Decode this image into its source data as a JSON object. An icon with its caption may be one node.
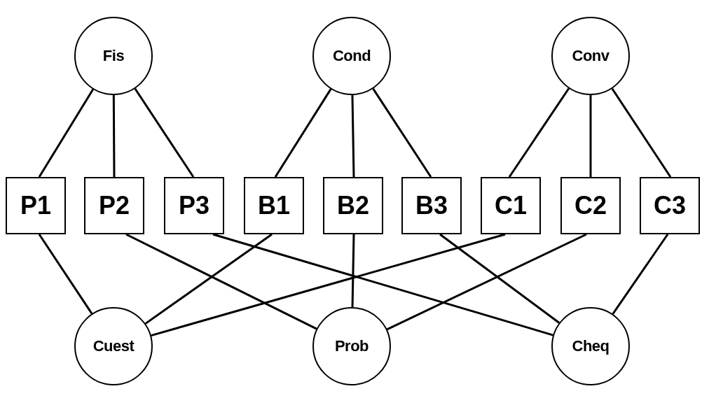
{
  "diagram": {
    "nodes": [
      {
        "text": [
          "Fis"
        ]
      },
      {
        "text": [
          "Cond"
        ]
      },
      {
        "text": [
          "Conv"
        ]
      },
      {
        "text": [
          "P1"
        ]
      },
      {
        "text": [
          "P2"
        ]
      },
      {
        "text": [
          "P3"
        ]
      },
      {
        "text": [
          "B1"
        ]
      },
      {
        "text": [
          "B2"
        ]
      },
      {
        "text": [
          "B3"
        ]
      },
      {
        "text": [
          "C1"
        ]
      },
      {
        "text": [
          "C2"
        ]
      },
      {
        "text": [
          "C3"
        ]
      },
      {
        "text": [
          "Cuest"
        ]
      },
      {
        "text": [
          "Prob"
        ]
      },
      {
        "text": [
          "Cheq"
        ]
      }
    ],
    "edges": [
      {
        "from": 0,
        "to": 3,
        "arrow": "none"
      },
      {
        "from": 0,
        "to": 4,
        "arrow": "none"
      },
      {
        "from": 0,
        "to": 5,
        "arrow": "none"
      },
      {
        "from": 1,
        "to": 6,
        "arrow": "none"
      },
      {
        "from": 1,
        "to": 7,
        "arrow": "none"
      },
      {
        "from": 1,
        "to": 8,
        "arrow": "none"
      },
      {
        "from": 2,
        "to": 9,
        "arrow": "none"
      },
      {
        "from": 2,
        "to": 10,
        "arrow": "none"
      },
      {
        "from": 2,
        "to": 11,
        "arrow": "none"
      },
      {
        "from": 3,
        "to": 12,
        "arrow": "none"
      },
      {
        "from": 4,
        "to": 13,
        "arrow": "none"
      },
      {
        "from": 5,
        "to": 14,
        "arrow": "none"
      },
      {
        "from": 6,
        "to": 12,
        "arrow": "none"
      },
      {
        "from": 7,
        "to": 13,
        "arrow": "none"
      },
      {
        "from": 8,
        "to": 14,
        "arrow": "none"
      },
      {
        "from": 9,
        "to": 12,
        "arrow": "none"
      },
      {
        "from": 10,
        "to": 13,
        "arrow": "none"
      },
      {
        "from": 11,
        "to": 14,
        "arrow": "none"
      }
    ]
  }
}
